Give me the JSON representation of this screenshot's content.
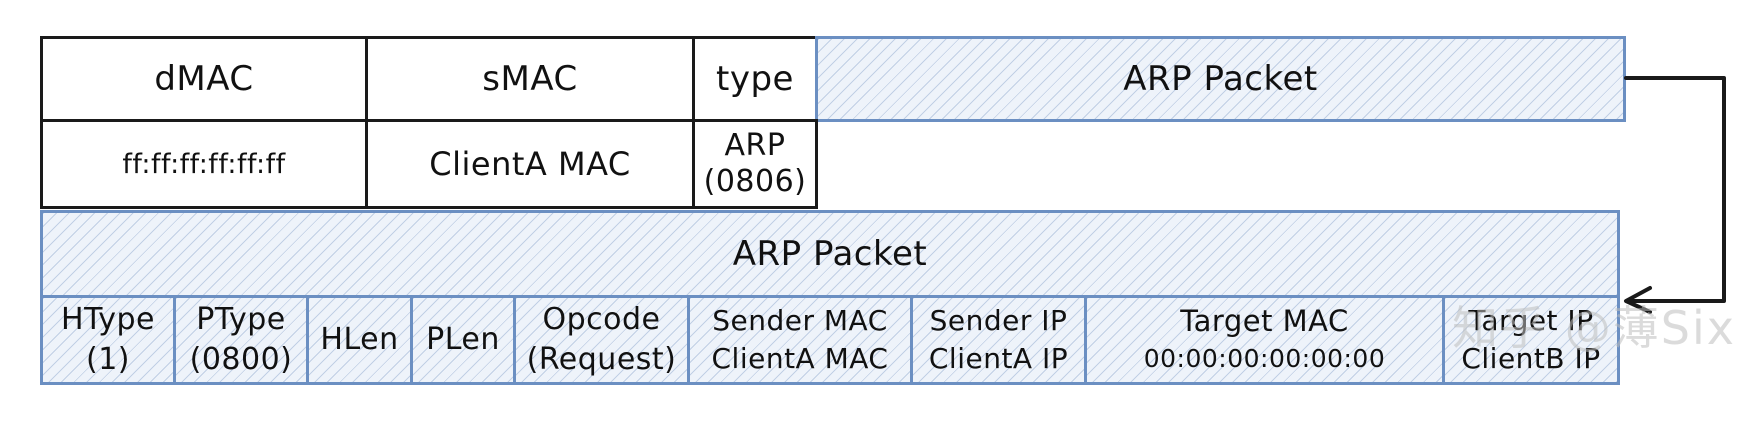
{
  "ethernet_header": {
    "fields": [
      {
        "name": "dMAC",
        "value": "ff:ff:ff:ff:ff:ff"
      },
      {
        "name": "sMAC",
        "value": "ClientA MAC"
      },
      {
        "name": "type",
        "value_line1": "ARP",
        "value_line2": "(0806)"
      }
    ],
    "payload_label": "ARP Packet"
  },
  "arp_packet": {
    "title": "ARP Packet",
    "fields": [
      {
        "line1": "HType",
        "line2": "(1)"
      },
      {
        "line1": "PType",
        "line2": "(0800)"
      },
      {
        "line1": "HLen",
        "line2": ""
      },
      {
        "line1": "PLen",
        "line2": ""
      },
      {
        "line1": "Opcode",
        "line2": "(Request)"
      },
      {
        "line1": "Sender MAC",
        "line2": "ClientA MAC"
      },
      {
        "line1": "Sender IP",
        "line2": "ClientA IP"
      },
      {
        "line1": "Target MAC",
        "line2": "00:00:00:00:00:00"
      },
      {
        "line1": "Target IP",
        "line2": "ClientB IP"
      }
    ]
  },
  "watermark": "知乎 @薄Six",
  "colors": {
    "black_frame": "#1a1a1a",
    "blue_frame": "#6b8fc2",
    "hatch_fill": "#eef3fa"
  }
}
